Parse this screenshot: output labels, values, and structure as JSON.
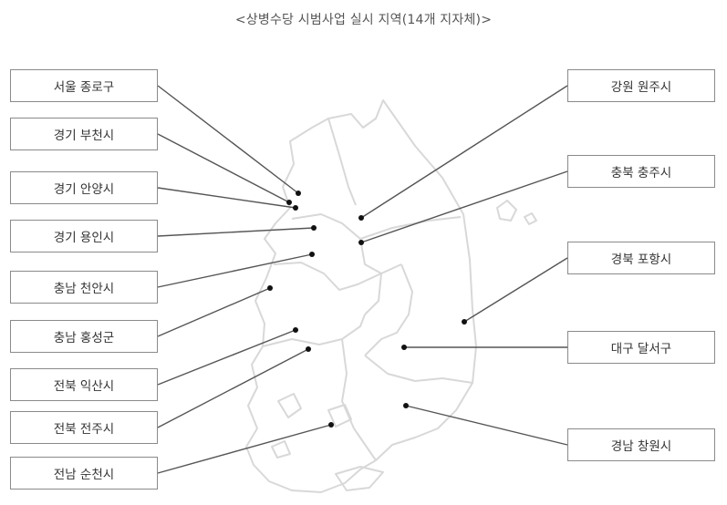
{
  "title": "<상병수당 시범사업 실시 지역(14개 지자체)>",
  "colors": {
    "line": "#555555",
    "map": "#d8d8d8",
    "dot": "#111111"
  },
  "regions_left": [
    {
      "name": "서울 종로구"
    },
    {
      "name": "경기 부천시"
    },
    {
      "name": "경기 안양시"
    },
    {
      "name": "경기 용인시"
    },
    {
      "name": "충남 천안시"
    },
    {
      "name": "충남 홍성군"
    },
    {
      "name": "전북 익산시"
    },
    {
      "name": "전북 전주시"
    },
    {
      "name": "전남 순천시"
    }
  ],
  "regions_right": [
    {
      "name": "강원 원주시"
    },
    {
      "name": "충북 충주시"
    },
    {
      "name": "경북 포항시"
    },
    {
      "name": "대구 달서구"
    },
    {
      "name": "경남 창원시"
    }
  ]
}
